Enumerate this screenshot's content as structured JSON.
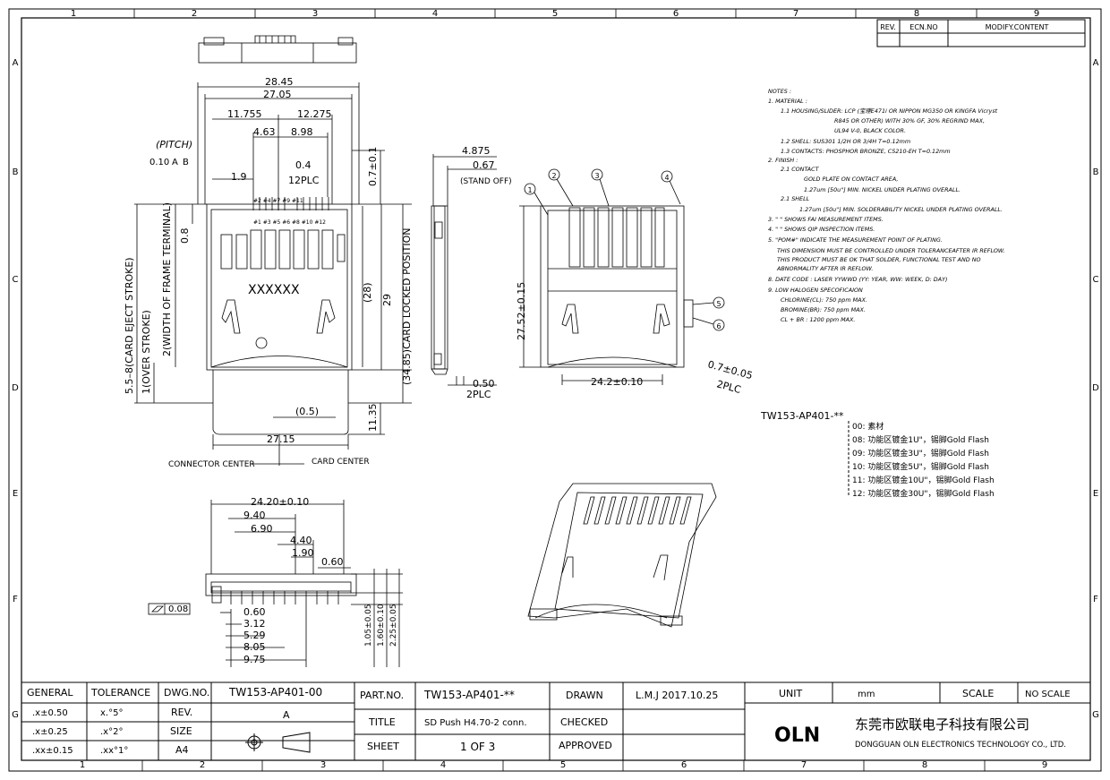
{
  "frame": {
    "col_numbers": [
      "1",
      "2",
      "3",
      "4",
      "5",
      "6",
      "7",
      "8",
      "9"
    ],
    "row_letters": [
      "A",
      "B",
      "C",
      "D",
      "E",
      "F",
      "G"
    ]
  },
  "revision_table": {
    "headers": [
      "REV.",
      "ECN.NO",
      "MODIFY.CONTENT"
    ]
  },
  "notes": {
    "title": "NOTES :",
    "lines": [
      "1. MATERIAL :",
      "1.1 HOUSING/SLIDER: LCP (宝理E471i OR NIPPON MG350 OR KINGFA Vicryst",
      "R845 OR OTHER) WITH 30% GF, 30% REGRIND MAX,",
      "UL94 V-0, BLACK COLOR.",
      "1.2 SHELL: SUS301 1/2H OR 3/4H T=0.12mm",
      "1.3 CONTACTS: PHOSPHOR BRONZE, C5210-EH T=0.12mm",
      "2. FINISH :",
      "2.1 CONTACT",
      "GOLD PLATE ON CONTACT AREA,",
      "1.27um [50u\"] MIN. NICKEL UNDER PLATING OVERALL.",
      "2.1 SHELL",
      "1.27um [50u\"] MIN. SOLDERABILITY NICKEL UNDER PLATING OVERALL.",
      "3. \"   \" SHOWS FAI MEASUREMENT ITEMS.",
      "4. \"  \" SHOWS QIP INSPECTION ITEMS.",
      "5. \"POM#\" INDICATE THE MEASUREMENT POINT OF PLATING.",
      "THIS DIMENSION MUST BE CONTROLLED UNDER TOLERANCEAFTER IR REFLOW.",
      "THIS PRODUCT MUST BE OK THAT SOLDER, FUNCTIONAL TEST AND NO",
      "ABNORMALITY AFTER IR REFLOW.",
      "8. DATE CODE : LASER YYWWD (YY: YEAR, WW: WEEK, D: DAY)",
      "9. LOW HALOGEN SPECOFICAION",
      "CHLORINE(CL): 750 ppm MAX.",
      "BROMINE(BR): 750 ppm MAX.",
      "CL + BR : 1200 ppm MAX."
    ]
  },
  "part_variants": {
    "base": "TW153-AP401-**",
    "items": [
      "00: 素材",
      "08: 功能区镀金1U\"，锡脚Gold Flash",
      "09: 功能区镀金3U\"，锡脚Gold Flash",
      "10: 功能区镀金5U\"，锡脚Gold Flash",
      "11: 功能区镀金10U\"，锡脚Gold Flash",
      "12: 功能区镀金30U\"，锡脚Gold Flash"
    ]
  },
  "front_view": {
    "dim_28_45": "28.45",
    "dim_27_05": "27.05",
    "dim_11_755": "11.755",
    "dim_12_275": "12.275",
    "dim_4_63": "4.63",
    "dim_8_98": "8.98",
    "dim_0_4": "0.4",
    "plc12": "12PLC",
    "dim_1_9": "1.9",
    "pitch": "(PITCH)",
    "tol_box": "0.10",
    "datum_a": "A",
    "datum_b": "B",
    "dim_0_7": "0.7±0.1",
    "dim_0_8": "0.8",
    "pin_labels_top": "#2 #4        #7 #9 #11",
    "pin_labels_bot": "#1 #3 #5      #6 #8 #10 #12",
    "marking": "XXXXXX",
    "label_card_eject": "5.5–8(CARD EJECT STROKE)",
    "label_frame_terminal": "2(WIDTH OF FRAME TERMINAL)",
    "label_over_stroke": "1(OVER STROKE)",
    "dim_28": "(28)",
    "dim_29": "29",
    "label_locked": "(34.85)CARD LOCKED POSITION",
    "dim_0_5": "(0.5)",
    "dim_11_35": "11.35",
    "dim_27_15": "27.15",
    "connector_center": "CONNECTOR CENTER",
    "card_center": "CARD CENTER"
  },
  "side_view": {
    "dim_4_875": "4.875",
    "dim_0_67": "0.67",
    "stand_off": "(STAND OFF)",
    "dim_0_50": "0.50",
    "plc2": "2PLC"
  },
  "iso_view": {
    "dim_27_52": "27.52±0.15",
    "dim_24_2": "24.2±0.10",
    "dim_0_7_05": "0.7±0.05",
    "plc2": "2PLC",
    "balloons": [
      "1",
      "2",
      "3",
      "4",
      "5",
      "6"
    ]
  },
  "bottom_view": {
    "dim_24_20": "24.20±0.10",
    "dim_9_40": "9.40",
    "dim_6_90": "6.90",
    "dim_4_40": "4.40",
    "dim_1_90": "1.90",
    "dim_0_60a": "0.60",
    "flat_tol": "0.08",
    "dim_0_60b": "0.60",
    "dim_3_12": "3.12",
    "dim_5_29": "5.29",
    "dim_8_05": "8.05",
    "dim_9_75": "9.75",
    "dim_1_05": "1.05±0.05",
    "dim_1_60": "1.60±0.10",
    "dim_2_25": "2.25±0.05"
  },
  "title_block": {
    "general": "GENERAL",
    "tolerance": "TOLERANCE",
    "x_tol": ".x±0.50",
    "xx_tol": ".x±0.25",
    "xxx_tol": ".xx±0.15",
    "ang1": "x.°5°",
    "ang2": ".x°2°",
    "ang3": ".xx°1°",
    "dwg_no_label": "DWG.NO.",
    "dwg_no": "TW153-AP401-00",
    "rev_label": "REV.",
    "rev": "A",
    "size_label": "SIZE",
    "size": "A4",
    "part_no_label": "PART.NO.",
    "part_no": "TW153-AP401-**",
    "title_label": "TITLE",
    "title": "SD Push H4.70-2 conn.",
    "sheet_label": "SHEET",
    "sheet": "1 OF 3",
    "drawn_label": "DRAWN",
    "drawn": "L.M.J 2017.10.25",
    "checked_label": "CHECKED",
    "approved_label": "APPROVED",
    "unit_label": "UNIT",
    "unit": "mm",
    "scale_label": "SCALE",
    "scale": "NO SCALE",
    "logo": "OLN",
    "company_cn": "东莞市欧联电子科技有限公司",
    "company_en": "DONGGUAN OLN ELECTRONICS TECHNOLOGY CO., LTD."
  }
}
